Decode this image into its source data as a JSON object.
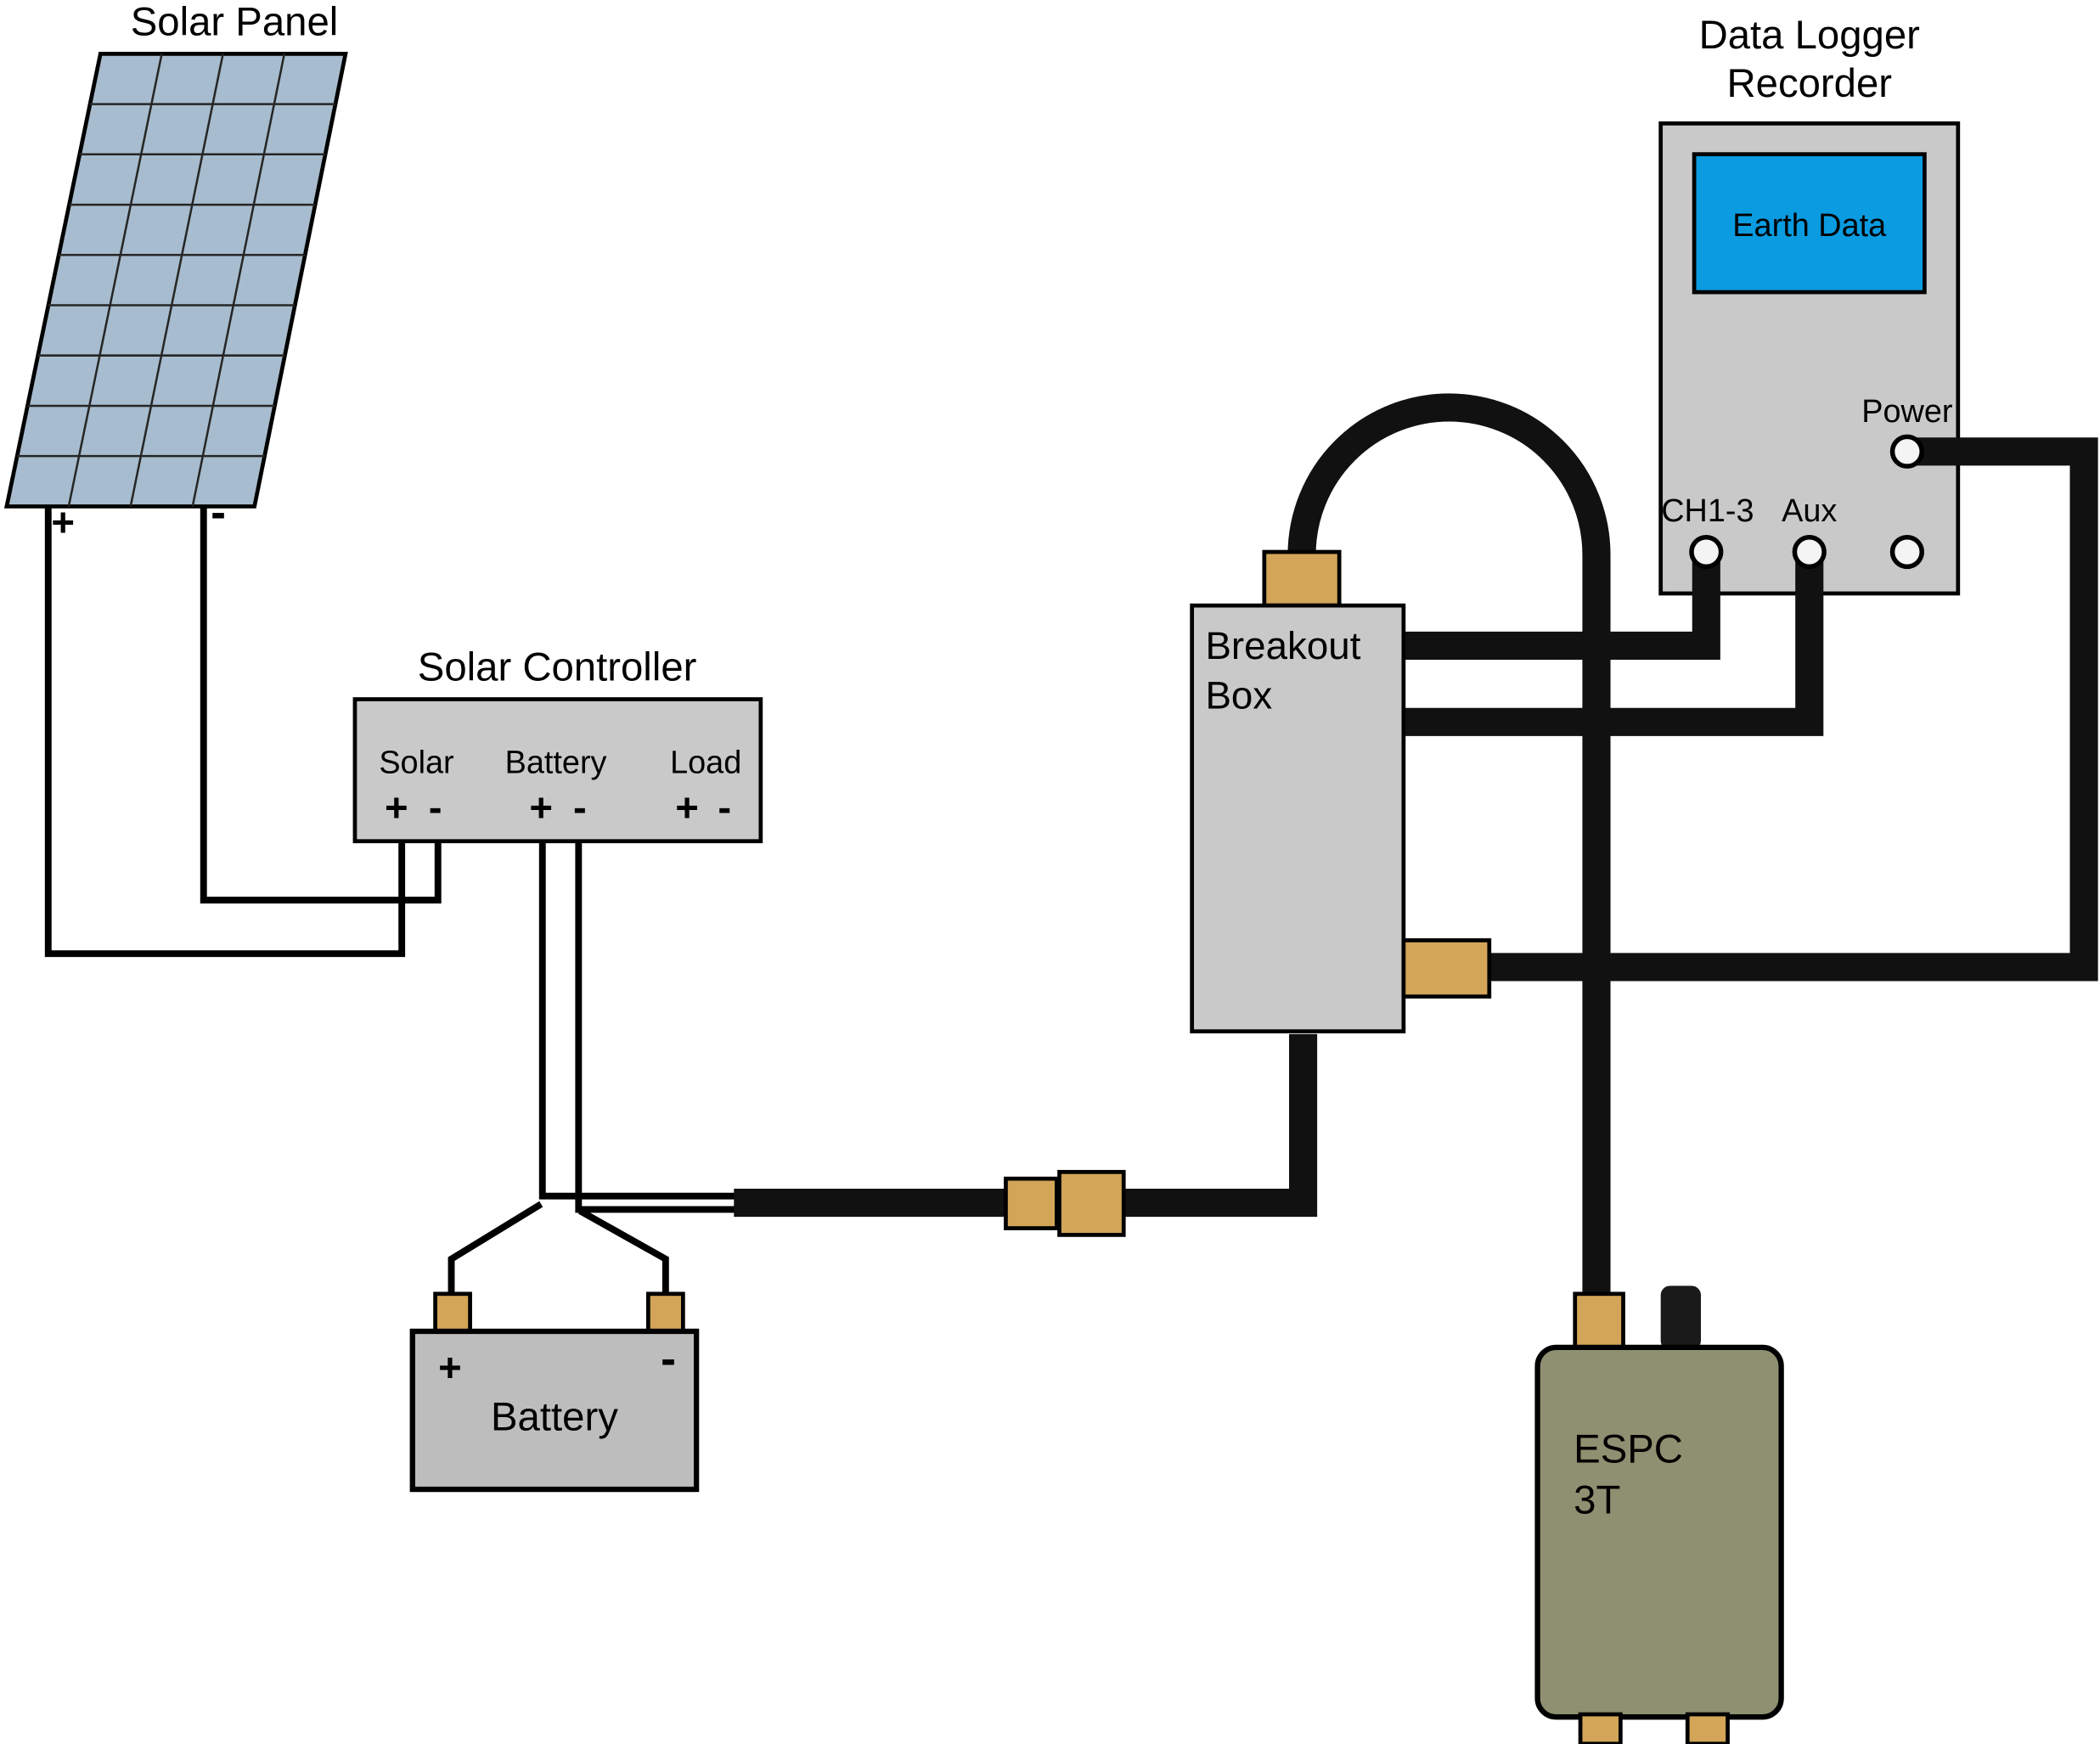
{
  "colors": {
    "panel_fill": "#A7BCCE",
    "box_fill": "#C9C9C9",
    "battery_fill": "#BDBDBD",
    "screen_fill": "#0A9BE0",
    "connector_fill": "#D2A558",
    "espc_fill": "#8F9071",
    "cap_fill": "#1A1A1A",
    "port_fill": "#F4F4F4",
    "cable": "#111111"
  },
  "solar_panel": {
    "title": "Solar Panel",
    "plus": "+",
    "minus": "-"
  },
  "controller": {
    "title": "Solar Controller",
    "sections": [
      {
        "label": "Solar",
        "plus": "+",
        "minus": "-"
      },
      {
        "label": "Battery",
        "plus": "+",
        "minus": "-"
      },
      {
        "label": "Load",
        "plus": "+",
        "minus": "-"
      }
    ]
  },
  "battery": {
    "label": "Battery",
    "plus": "+",
    "minus": "-"
  },
  "breakout_box": {
    "title_line1": "Breakout",
    "title_line2": "Box"
  },
  "data_logger": {
    "title_line1": "Data Logger",
    "title_line2": "Recorder",
    "screen_label": "Earth Data",
    "power_label": "Power",
    "ch_label": "CH1-3",
    "aux_label": "Aux"
  },
  "espc": {
    "line1": "ESPC",
    "line2": "3T"
  }
}
